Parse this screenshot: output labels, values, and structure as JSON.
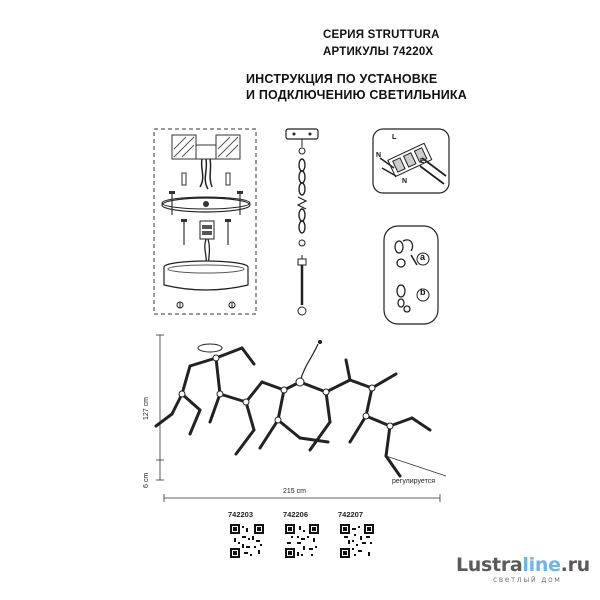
{
  "header": {
    "series": "СЕРИЯ STRUTTURA",
    "articles": "АРТИКУЛЫ 74220X",
    "instruction_line1": "ИНСТРУКЦИЯ ПО УСТАНОВКЕ",
    "instruction_line2": "И ПОДКЛЮЧЕНИЮ СВЕТИЛЬНИКА"
  },
  "wiring": {
    "L": "L",
    "N": "N",
    "L2": "L",
    "N2": "N"
  },
  "steps": {
    "a": "a",
    "b": "b"
  },
  "dimensions": {
    "height": "127 cm",
    "depth": "6 cm",
    "width": "215 cm",
    "adjustable": "регулируется"
  },
  "articles": [
    "742203",
    "742206",
    "742207"
  ],
  "brand": {
    "name_main": "Lustra",
    "name_accent": "line",
    "name_tail": ".ru",
    "tagline": "светлый дом"
  }
}
